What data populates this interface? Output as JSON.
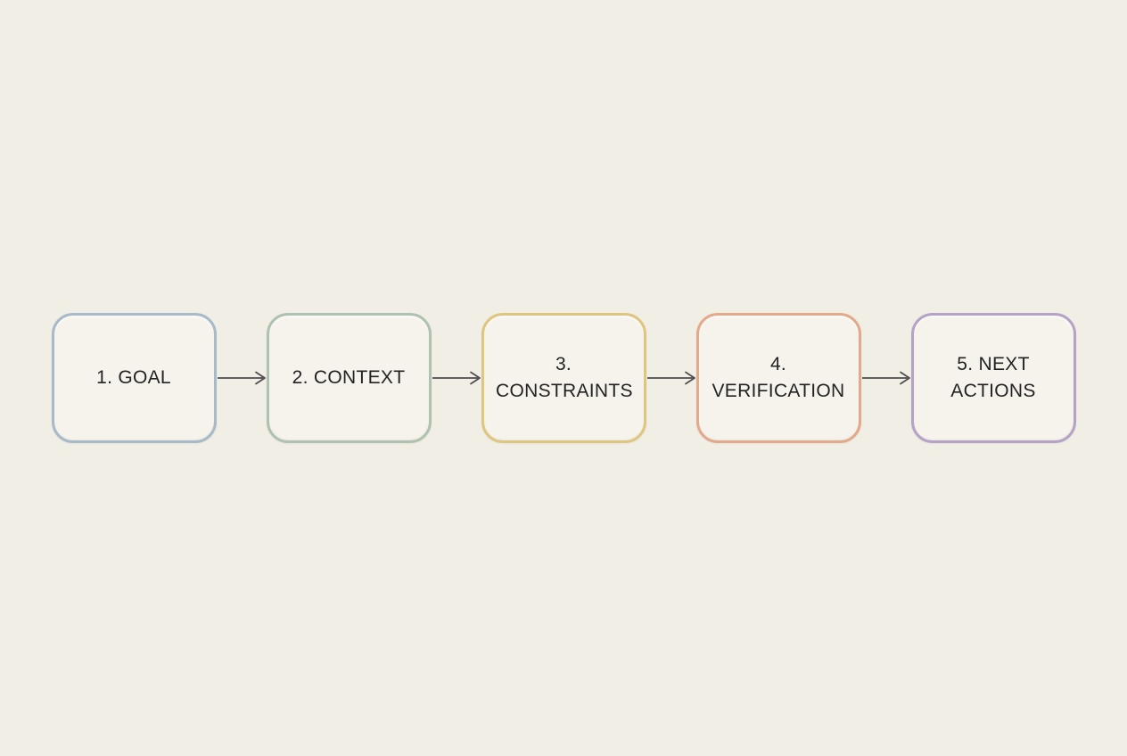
{
  "page": {
    "background_color": "#f1eee6",
    "node_fill_color": "#f6f3ec",
    "text_color": "#232323"
  },
  "diagram": {
    "type": "flowchart",
    "direction": "left-to-right",
    "connector_color": "#4c4c4c",
    "nodes": [
      {
        "id": "goal",
        "label": "1. GOAL",
        "border_color": "#a7bac8"
      },
      {
        "id": "context",
        "label": "2. CONTEXT",
        "border_color": "#afc2af"
      },
      {
        "id": "constraints",
        "label": "3. CONSTRAINTS",
        "border_color": "#dfc67f"
      },
      {
        "id": "verification",
        "label": "4. VERIFICATION",
        "border_color": "#e2a98b"
      },
      {
        "id": "next-actions",
        "label": "5. NEXT ACTIONS",
        "border_color": "#b4a3c6"
      }
    ]
  }
}
